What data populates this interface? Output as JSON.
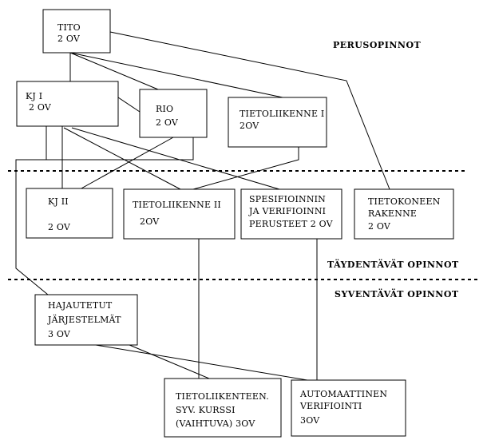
{
  "sections": {
    "perus": "PERUSOPINNOT",
    "taydentavat": "TÄYDENTÄVÄT OPINNOT",
    "syventavat": "SYVENTÄVÄT OPINNOT"
  },
  "courses": {
    "titto": [
      "TITO",
      "2 OV"
    ],
    "kj1": [
      "KJ I",
      "2 OV"
    ],
    "rio": [
      "RIO",
      "2 OV"
    ],
    "tietoliikenne1": [
      "TIETOLIIKENNE I",
      "2OV"
    ],
    "kj2": [
      "KJ II",
      "",
      "2 OV"
    ],
    "tietoliikenne2": [
      "TIETOLIIKENNE II",
      "",
      "2OV"
    ],
    "spesifioinnin": [
      "SPESIFIOINNIN",
      "JA VERIFIOINNI",
      "PERUSTEET 2 OV"
    ],
    "tietokoneen": [
      "TIETOKONEEN",
      "RAKENNE",
      "2 OV"
    ],
    "hajautetut": [
      "HAJAUTETUT",
      "JÄRJESTELMÄT",
      "3 OV"
    ],
    "tietoliikenteen_syv": [
      "TIETOLIIKENTEEN.",
      "SYV. KURSSI",
      "(VAIHTUVA) 3OV"
    ],
    "automaattinen": [
      "AUTOMAATTINEN",
      "VERIFIOINTI",
      "3OV"
    ]
  }
}
